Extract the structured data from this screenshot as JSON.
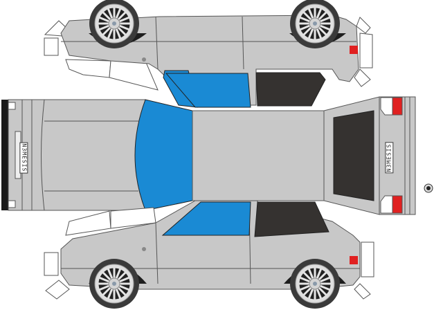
{
  "template": {
    "subject": "papercraft car template",
    "badge_text": "N3MESIS",
    "colors": {
      "body": "#c8c8c8",
      "outline": "#555555",
      "front_glass": "#1a8ad4",
      "rear_glass": "#353230",
      "tail_light": "#e02020",
      "tire": "#3a3a3a",
      "rim": "#d8d8d8",
      "tab": "#ffffff"
    },
    "panels": [
      "top-side-upside-down",
      "front-hood",
      "roof",
      "rear-hatch",
      "bottom-side"
    ],
    "wheels": 4
  }
}
